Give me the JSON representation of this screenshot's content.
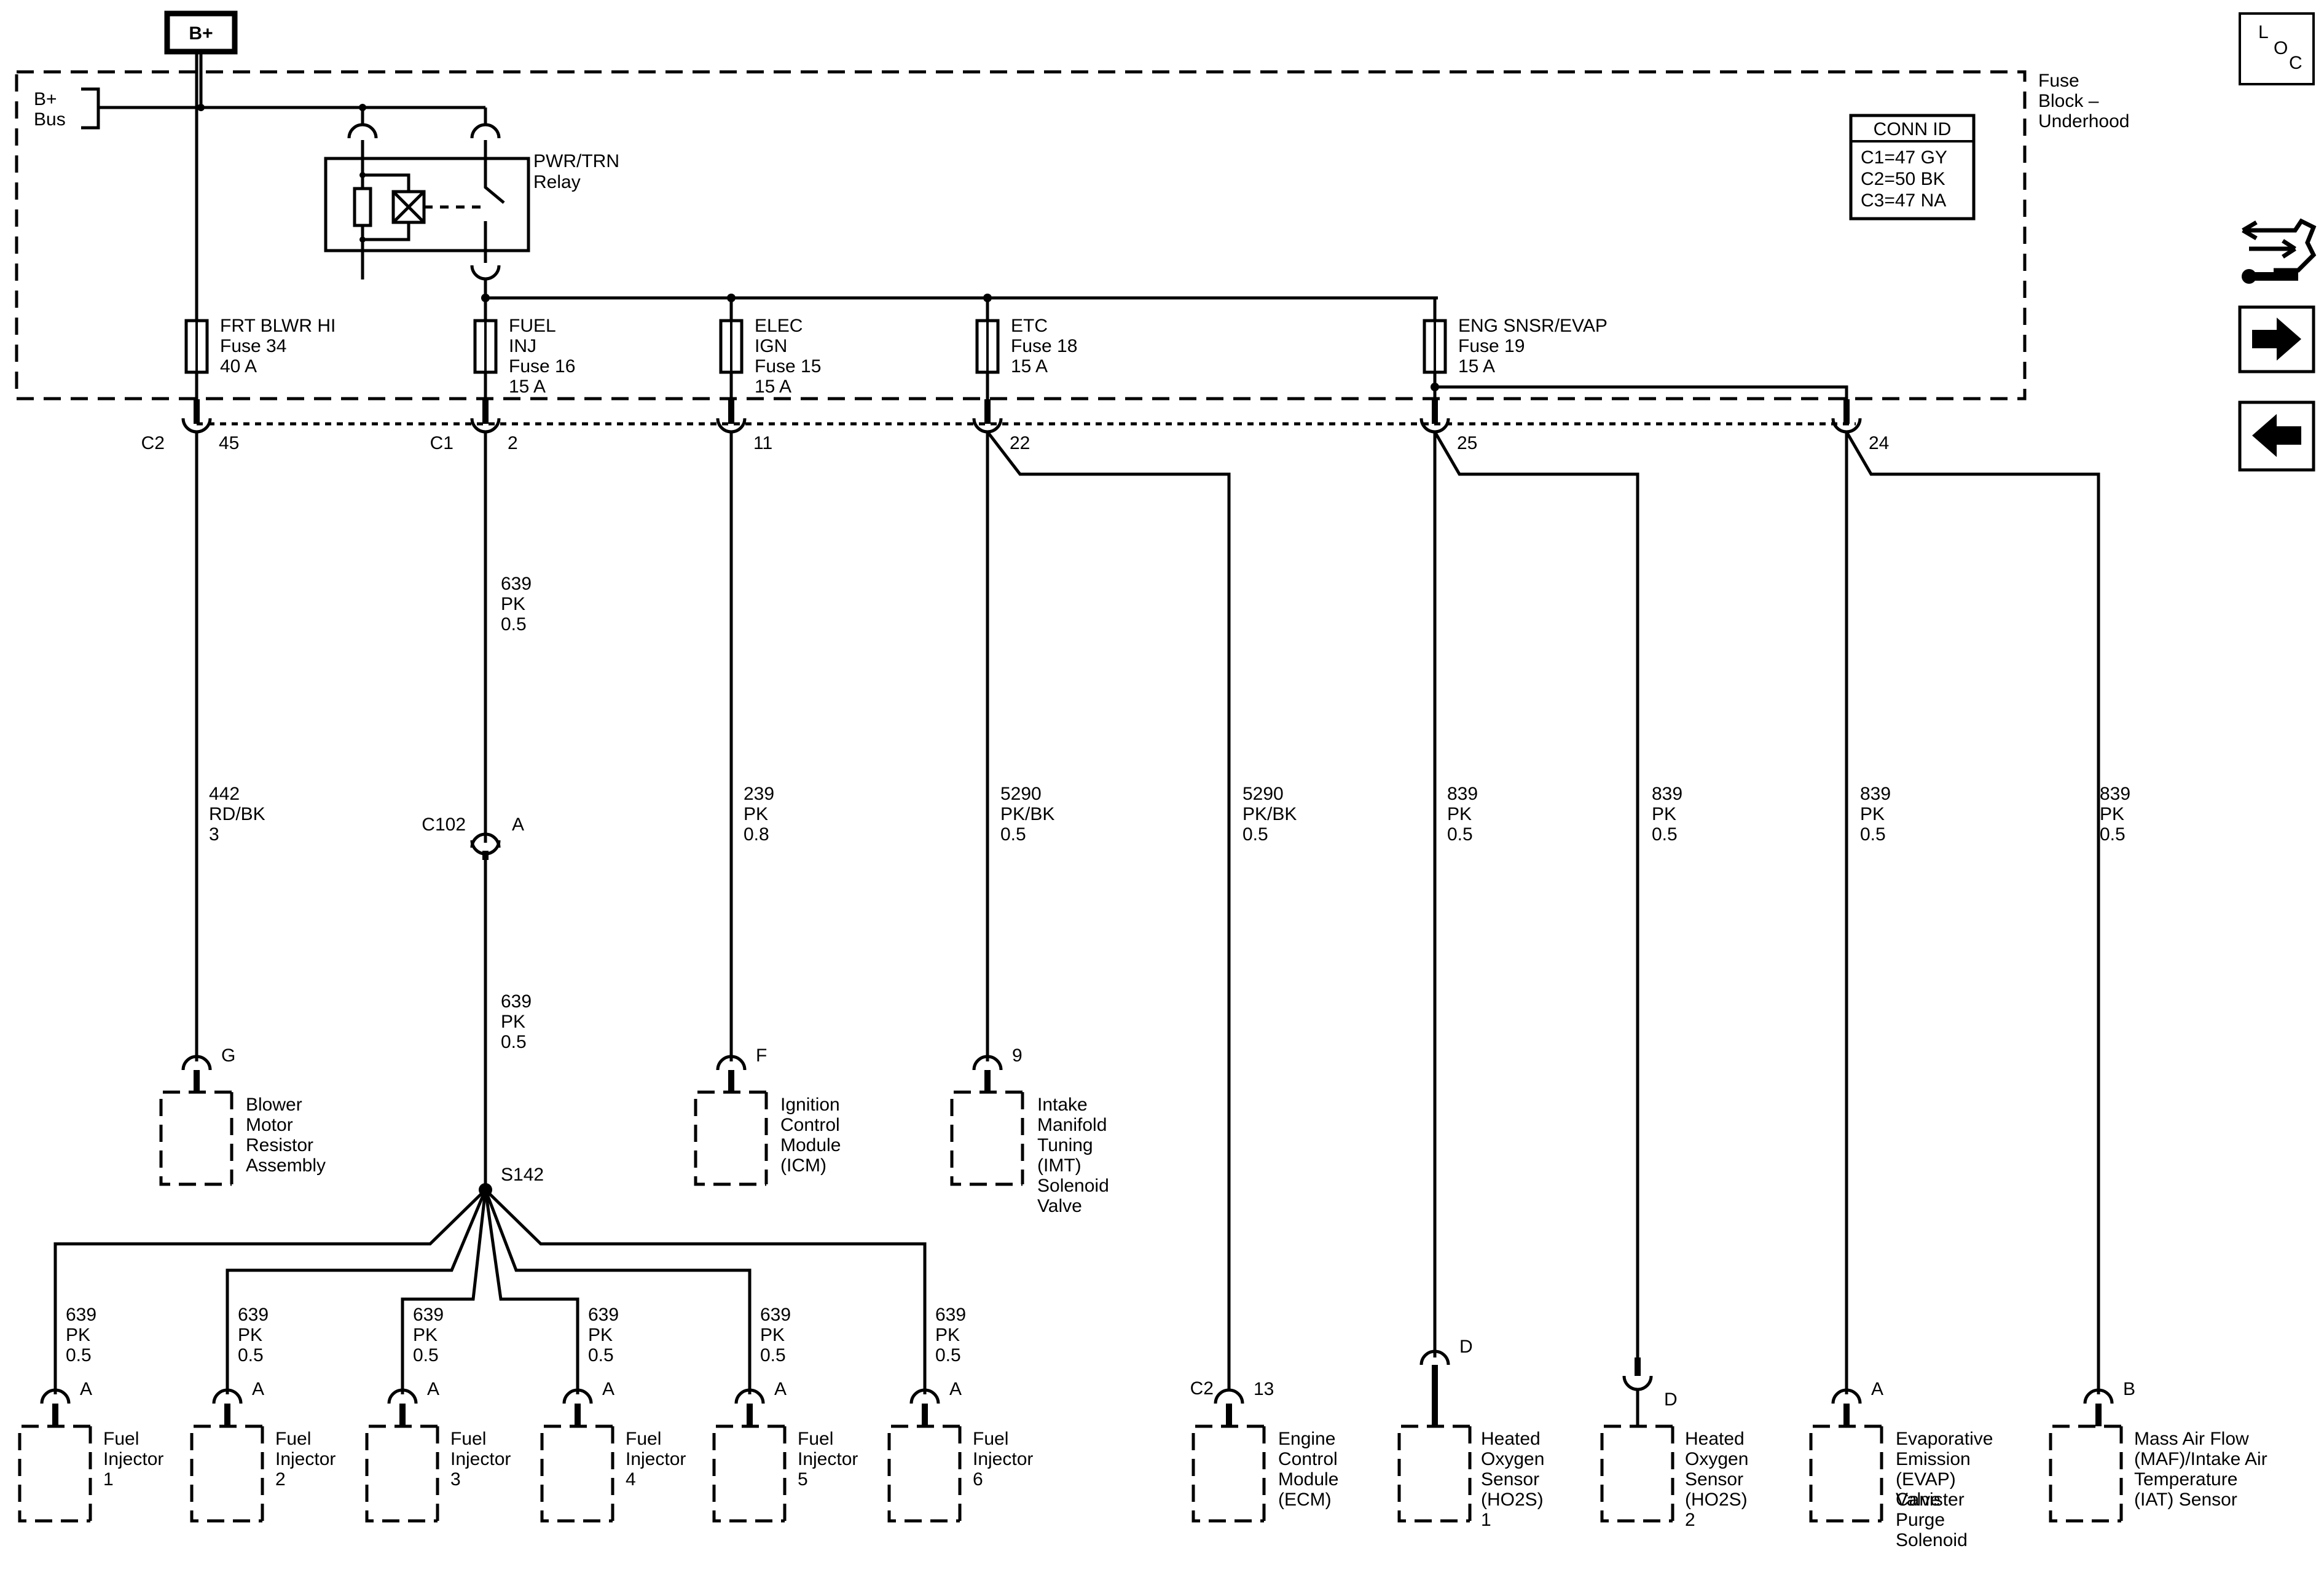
{
  "power_source": "B+",
  "bus": [
    "B+",
    "Bus"
  ],
  "fuse_block": [
    "Fuse",
    "Block –",
    "Underhood"
  ],
  "relay": [
    "PWR/TRN",
    "Relay"
  ],
  "conn_id": {
    "title": "CONN ID",
    "rows": [
      "C1=47 GY",
      "C2=50 BK",
      "C3=47 NA"
    ]
  },
  "loc_icon": [
    "L",
    "O",
    "C"
  ],
  "nav": {
    "connector_icon": "connector-tool-icon",
    "forward_icon": "arrow-right-icon",
    "back_icon": "arrow-left-icon"
  },
  "fuses": [
    {
      "lines": [
        "FRT BLWR HI",
        "Fuse 34",
        "40 A"
      ]
    },
    {
      "lines": [
        "FUEL",
        "INJ",
        "Fuse 16",
        "15 A"
      ]
    },
    {
      "lines": [
        "ELEC",
        "IGN",
        "Fuse 15",
        "15 A"
      ]
    },
    {
      "lines": [
        "ETC",
        "Fuse 18",
        "15 A"
      ]
    },
    {
      "lines": [
        "ENG SNSR/EVAP",
        "Fuse 19",
        "15 A"
      ]
    }
  ],
  "block_terminals": [
    {
      "conn": "C2",
      "pin": "45"
    },
    {
      "conn": "C1",
      "pin": "2"
    },
    {
      "pin": "11"
    },
    {
      "pin": "22"
    },
    {
      "pin": "25"
    },
    {
      "pin": "24"
    }
  ],
  "wires": [
    {
      "lines": [
        "639",
        "PK",
        "0.5"
      ]
    },
    {
      "lines": [
        "442",
        "RD/BK",
        "3"
      ]
    },
    {
      "lines": [
        "239",
        "PK",
        "0.8"
      ]
    },
    {
      "lines": [
        "5290",
        "PK/BK",
        "0.5"
      ]
    },
    {
      "lines": [
        "5290",
        "PK/BK",
        "0.5"
      ]
    },
    {
      "lines": [
        "839",
        "PK",
        "0.5"
      ]
    },
    {
      "lines": [
        "839",
        "PK",
        "0.5"
      ]
    },
    {
      "lines": [
        "839",
        "PK",
        "0.5"
      ]
    },
    {
      "lines": [
        "839",
        "PK",
        "0.5"
      ]
    },
    {
      "lines": [
        "639",
        "PK",
        "0.5"
      ]
    }
  ],
  "inline_connector": {
    "conn": "C102",
    "pin": "A"
  },
  "splice": "S142",
  "mid_components": [
    {
      "pin": "G",
      "lines": [
        "Blower",
        "Motor",
        "Resistor",
        "Assembly"
      ]
    },
    {
      "pin": "F",
      "lines": [
        "Ignition",
        "Control",
        "Module",
        "(ICM)"
      ]
    },
    {
      "pin": "9",
      "lines": [
        "Intake",
        "Manifold",
        "Tuning",
        "(IMT)",
        "Solenoid",
        "Valve"
      ]
    }
  ],
  "injectors": [
    {
      "wire": [
        "639",
        "PK",
        "0.5"
      ],
      "pin": "A",
      "lines": [
        "Fuel",
        "Injector",
        "1"
      ]
    },
    {
      "wire": [
        "639",
        "PK",
        "0.5"
      ],
      "pin": "A",
      "lines": [
        "Fuel",
        "Injector",
        "2"
      ]
    },
    {
      "wire": [
        "639",
        "PK",
        "0.5"
      ],
      "pin": "A",
      "lines": [
        "Fuel",
        "Injector",
        "3"
      ]
    },
    {
      "wire": [
        "639",
        "PK",
        "0.5"
      ],
      "pin": "A",
      "lines": [
        "Fuel",
        "Injector",
        "4"
      ]
    },
    {
      "wire": [
        "639",
        "PK",
        "0.5"
      ],
      "pin": "A",
      "lines": [
        "Fuel",
        "Injector",
        "5"
      ]
    },
    {
      "wire": [
        "639",
        "PK",
        "0.5"
      ],
      "pin": "A",
      "lines": [
        "Fuel",
        "Injector",
        "6"
      ]
    }
  ],
  "bottom_components": [
    {
      "conn": "C2",
      "pin": "13",
      "lines": [
        "Engine",
        "Control",
        "Module",
        "(ECM)"
      ]
    },
    {
      "pin": "D",
      "lines": [
        "Heated",
        "Oxygen",
        "Sensor",
        "(HO2S)",
        "1"
      ]
    },
    {
      "pin": "D",
      "lines": [
        "Heated",
        "Oxygen",
        "Sensor",
        "(HO2S)",
        "2"
      ]
    },
    {
      "pin": "A",
      "lines": [
        "Evaporative",
        "Emission",
        "(EVAP)",
        "Canister",
        "Purge",
        "Solenoid"
      ],
      "overprint": "Valve"
    },
    {
      "pin": "B",
      "lines": [
        "Mass Air Flow",
        "(MAF)/Intake Air",
        "Temperature",
        "(IAT) Sensor"
      ]
    }
  ]
}
